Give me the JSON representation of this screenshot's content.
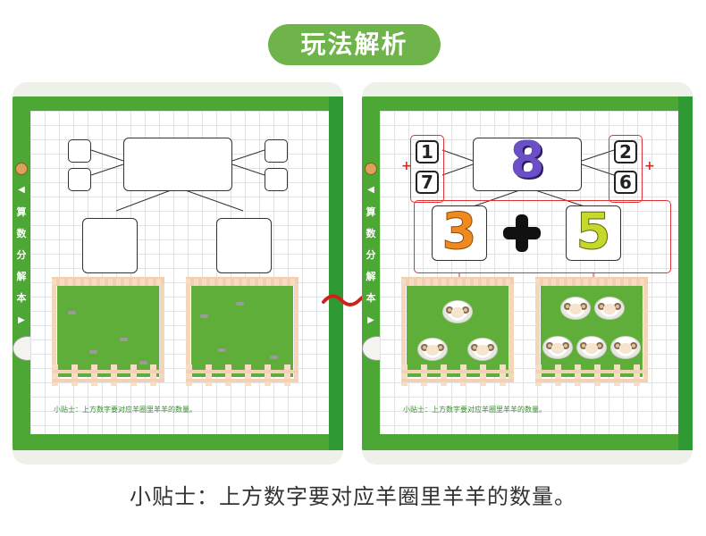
{
  "title": "玩法解析",
  "sidebar": {
    "chars": [
      "算",
      "数",
      "分",
      "解",
      "本"
    ],
    "prev_arrow": "◀",
    "next_arrow": "▶"
  },
  "tip_text": "小贴士：上方数字要对应羊圈里羊羊的数量。",
  "caption": "小贴士：上方数字要对应羊圈里羊羊的数量。",
  "example": {
    "total": "8",
    "left_pair": [
      "1",
      "7"
    ],
    "right_pair": [
      "2",
      "6"
    ],
    "plus_sign": "+",
    "left_part": "3",
    "right_part": "5"
  },
  "colors": {
    "accent_green": "#6fb44a",
    "board_green": "#4ca734",
    "red_outline": "#d33333",
    "total_purple": "#6a4fc8",
    "part_orange": "#f08a1e",
    "part_lime": "#c6d82a"
  }
}
